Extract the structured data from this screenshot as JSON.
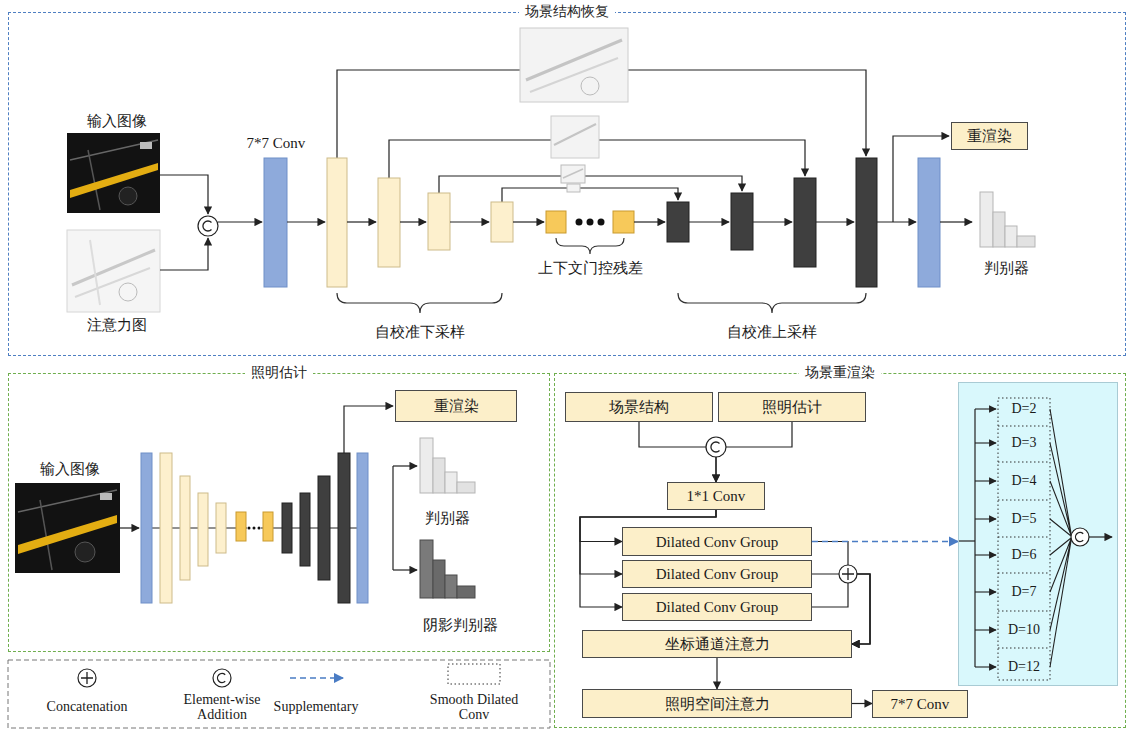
{
  "diagram": {
    "nodes": [
      {
        "text": [
          "场景结构恢复"
        ]
      },
      {
        "text": [
          "重渲染"
        ],
        "in": 0
      },
      {
        "text": [
          "照明估计"
        ]
      },
      {
        "text": [
          "重渲染"
        ],
        "in": 2
      },
      {
        "text": [
          "场景重渲染"
        ]
      },
      {
        "text": [
          "场景结构"
        ],
        "in": 4
      },
      {
        "text": [
          "照明估计"
        ],
        "in": 4
      },
      {
        "text": [
          "1*1 Conv"
        ],
        "in": 4
      },
      {
        "text": [
          "Dilated Conv Group"
        ],
        "in": 4
      },
      {
        "text": [
          "Dilated Conv Group"
        ],
        "in": 4
      },
      {
        "text": [
          "Dilated Conv Group"
        ],
        "in": 4
      },
      {
        "text": [
          "坐标通道注意力"
        ],
        "in": 4
      },
      {
        "text": [
          "照明空间注意力"
        ],
        "in": 4
      },
      {
        "text": [
          "7*7 Conv"
        ],
        "in": 4
      },
      {
        "text": [
          "D=2",
          "D=3",
          "D=4",
          "D=5",
          "D=6",
          "D=7",
          "D=10",
          "D=12"
        ],
        "in": 4
      }
    ],
    "edges": [
      {
        "from": 5,
        "to": 7,
        "arrow": "to"
      },
      {
        "from": 6,
        "to": 7,
        "arrow": "to"
      },
      {
        "from": 7,
        "to": 8,
        "arrow": "to"
      },
      {
        "from": 7,
        "to": 9,
        "arrow": "to"
      },
      {
        "from": 7,
        "to": 10,
        "arrow": "to"
      },
      {
        "from": 8,
        "to": 11,
        "arrow": "to"
      },
      {
        "from": 9,
        "to": 11,
        "arrow": "to"
      },
      {
        "from": 10,
        "to": 11,
        "arrow": "to"
      },
      {
        "from": 11,
        "to": 12,
        "arrow": "to"
      },
      {
        "from": 12,
        "to": 13,
        "arrow": "to"
      },
      {
        "from": 8,
        "to": 14,
        "arrow": "to"
      }
    ],
    "labels": [
      "输入图像",
      "注意力图",
      "7*7 Conv",
      "上下文门控残差",
      "自校准下采样",
      "自校准上采样",
      "判别器",
      "输入图像",
      "判别器",
      "阴影判别器"
    ],
    "legend": [
      {
        "text": "Concatenation"
      },
      {
        "text": "Element-wise Addition"
      },
      {
        "text": "Supplementary"
      },
      {
        "text": "Smooth Dilated Conv"
      }
    ]
  }
}
